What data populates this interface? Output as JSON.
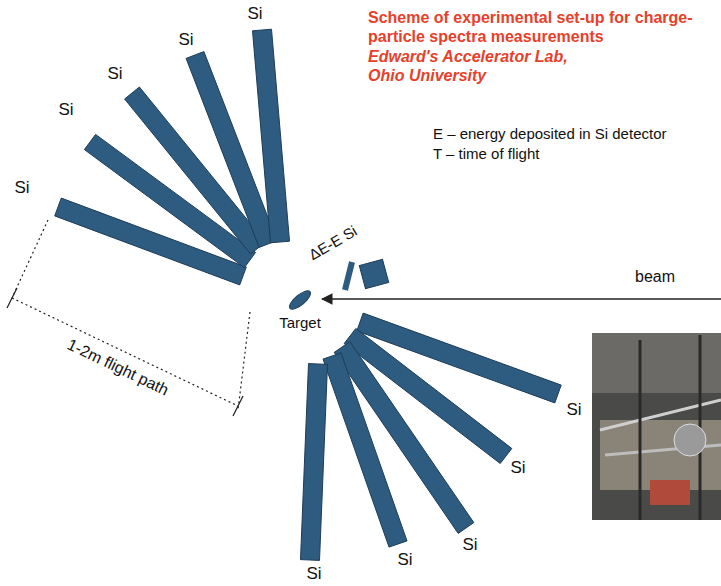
{
  "diagram": {
    "title": "Scheme of experimental set-up for charge-particle spectra measurements",
    "labels": [
      "Edward's Accelerator Lab, Ohio University",
      "E – energy deposited in Si detector",
      "T – time of flight",
      "Si",
      "Si",
      "Si",
      "Si",
      "Si",
      "Si",
      "Si",
      "Si",
      "Si",
      "Si",
      "ΔE-E Si",
      "beam",
      "Target",
      "1-2m flight path"
    ]
  }
}
